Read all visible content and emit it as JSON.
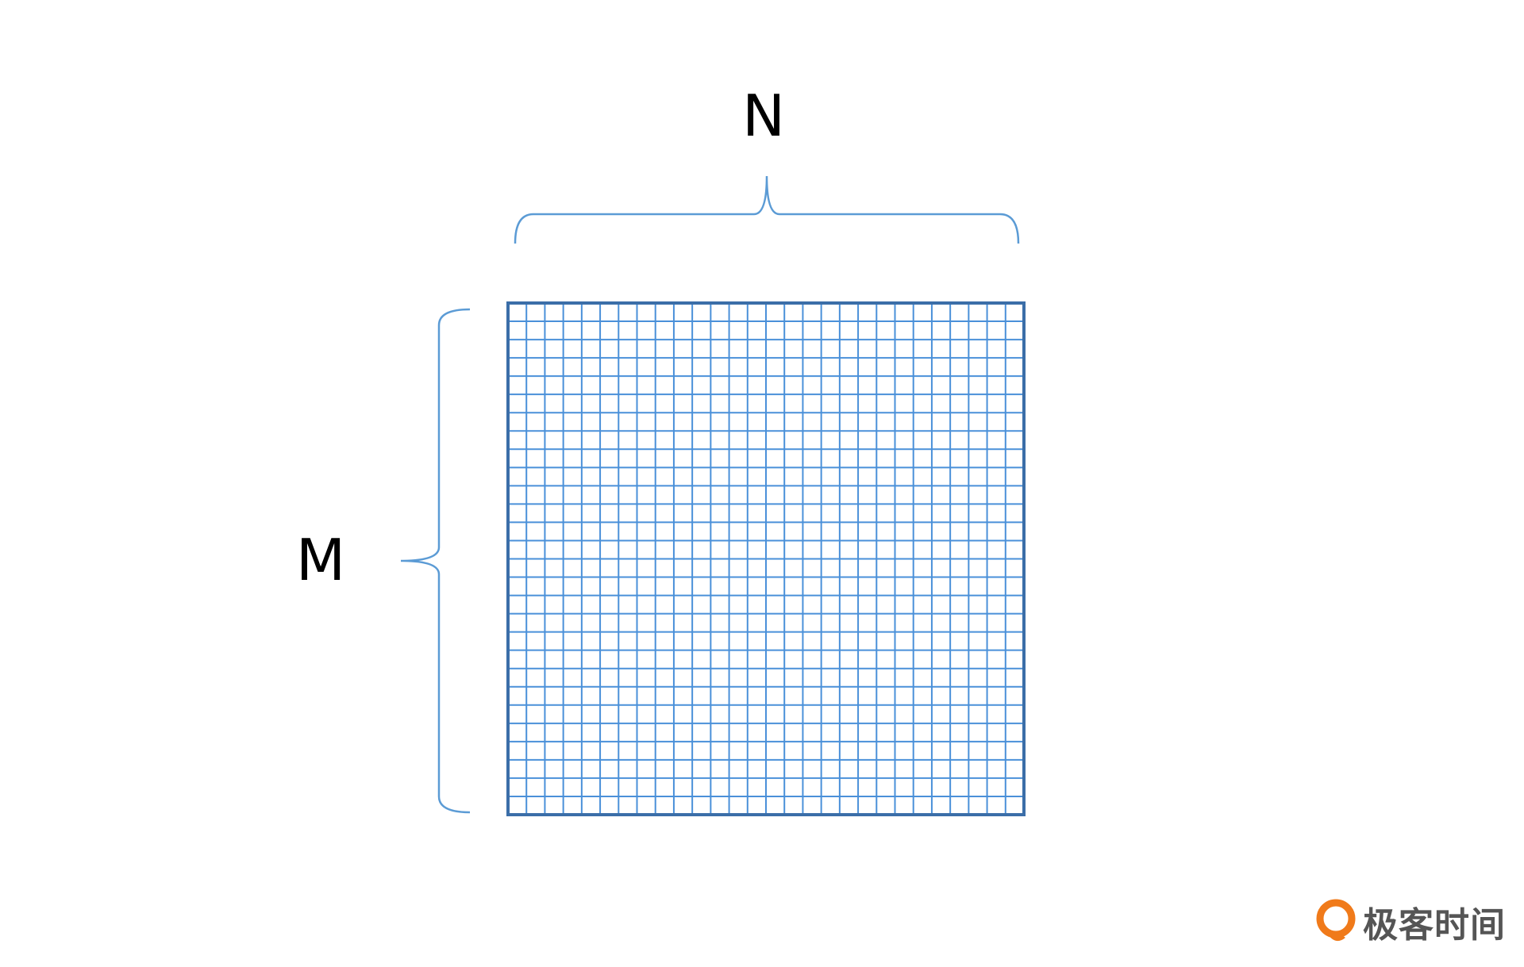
{
  "labels": {
    "columns": "N",
    "rows": "M"
  },
  "grid": {
    "row_count": 28,
    "column_count": 28
  },
  "colors": {
    "grid_line": "#4a90d9",
    "grid_border": "#3b6ea8",
    "brace": "#5b9bd5",
    "label": "#000000",
    "logo_primary": "#f07a1a",
    "logo_text": "#555555"
  },
  "watermark": {
    "text": "极客时间",
    "icon": "geektime-logo-icon"
  }
}
